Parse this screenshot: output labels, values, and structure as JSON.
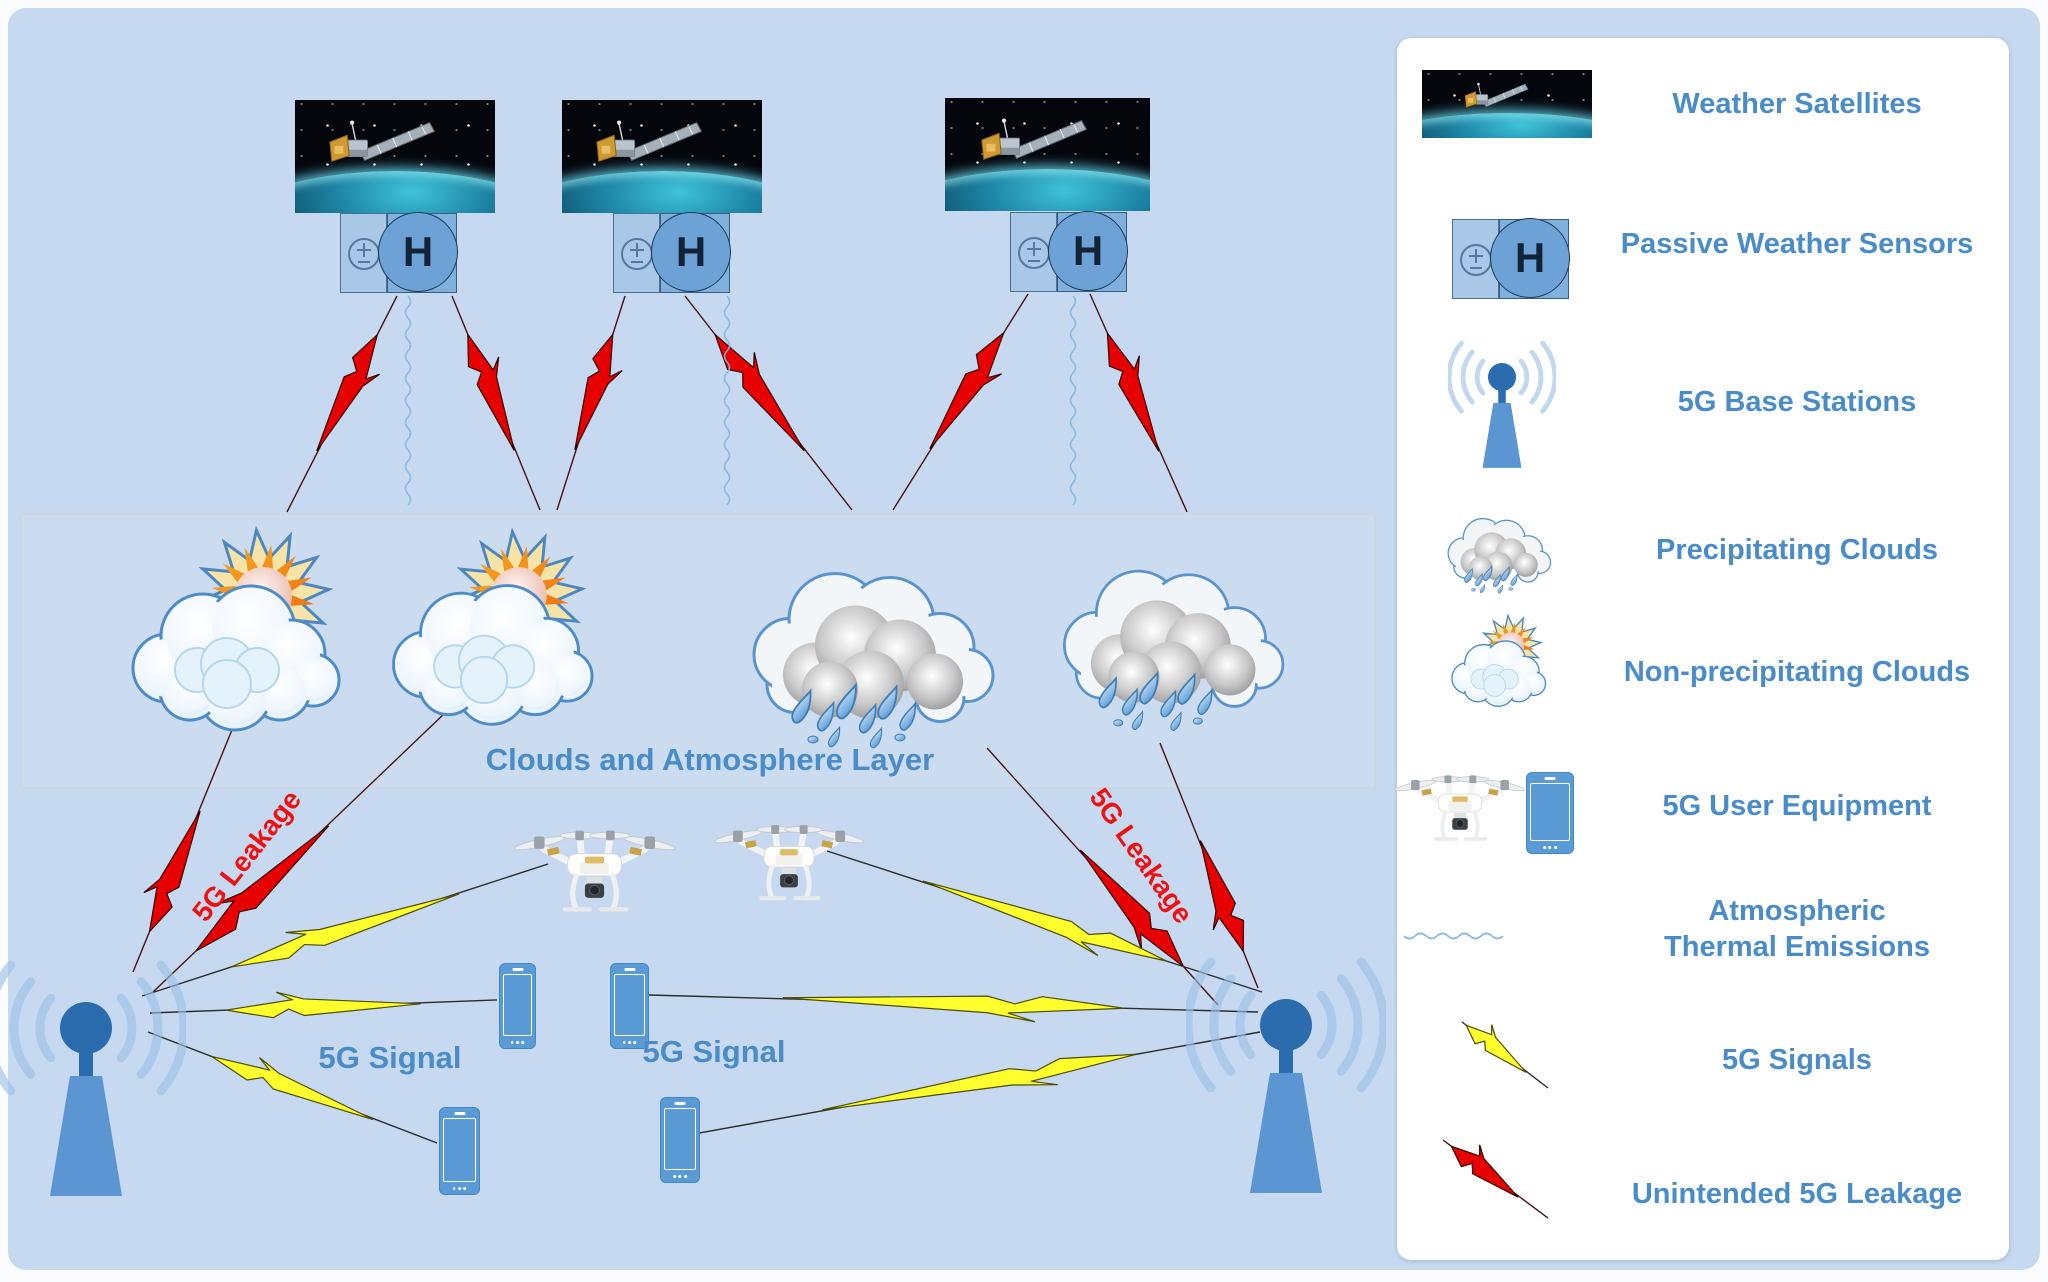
{
  "diagram": {
    "atmosphere_label": "Clouds and Atmosphere Layer",
    "signal_label_left": "5G Signal",
    "signal_label_right": "5G Signal",
    "leakage_label_left": "5G Leakage",
    "leakage_label_right": "5G Leakage",
    "sensor_symbol": "H",
    "icons": [
      "weather-satellite-icon",
      "passive-weather-sensor-icon",
      "non-precipitating-cloud-icon",
      "precipitating-cloud-icon",
      "drone-icon",
      "smartphone-icon",
      "base-station-tower-icon",
      "signal-bolt-icon",
      "leakage-bolt-icon",
      "thermal-emission-squiggle-icon"
    ]
  },
  "legend": {
    "items": [
      {
        "icon": "weather-satellite-icon",
        "label": "Weather Satellites"
      },
      {
        "icon": "passive-weather-sensor-icon",
        "label": "Passive Weather Sensors"
      },
      {
        "icon": "5g-base-station-icon",
        "label": "5G Base Stations"
      },
      {
        "icon": "precipitating-cloud-icon",
        "label": "Precipitating Clouds"
      },
      {
        "icon": "non-precipitating-cloud-icon",
        "label": "Non-precipitating Clouds"
      },
      {
        "icon": "5g-user-equipment-icon",
        "label": "5G User Equipment"
      },
      {
        "icon": "atmospheric-thermal-emissions-icon",
        "label": "Atmospheric\nThermal Emissions"
      },
      {
        "icon": "5g-signals-icon",
        "label": "5G Signals"
      },
      {
        "icon": "unintended-5g-leakage-icon",
        "label": "Unintended 5G Leakage"
      }
    ]
  },
  "colors": {
    "background_blue": "#c6d9f0",
    "accent_blue": "#4a8cc7",
    "leakage_red": "#e60000",
    "leakage_tail": "#4a1010",
    "signal_yellow": "#ffff2e",
    "signal_tail": "#2b2b2b",
    "squiggle_blue": "#85b4e0",
    "tower_blue": "#5b96d2",
    "phone_blue": "#5b9bd5"
  }
}
